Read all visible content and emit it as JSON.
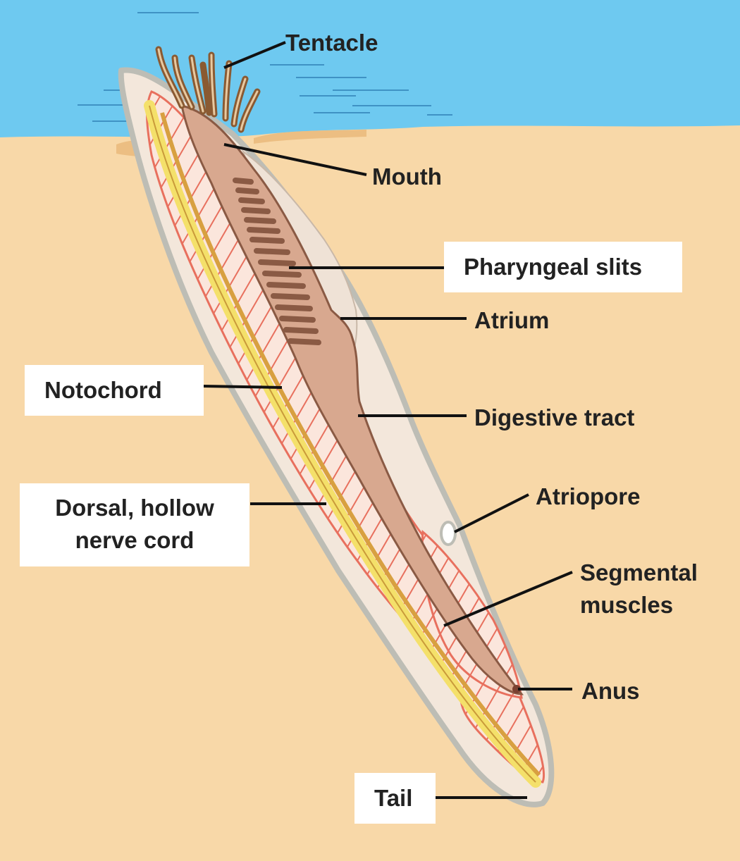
{
  "labels": {
    "tentacle": "Tentacle",
    "mouth": "Mouth",
    "pharyngeal_slits": "Pharyngeal slits",
    "atrium": "Atrium",
    "notochord": "Notochord",
    "digestive_tract": "Digestive tract",
    "nerve_cord_line1": "Dorsal, hollow",
    "nerve_cord_line2": "nerve cord",
    "atriopore": "Atriopore",
    "segmental_muscles_line1": "Segmental",
    "segmental_muscles_line2": "muscles",
    "anus": "Anus",
    "tail": "Tail"
  },
  "colors": {
    "water": "#6ec9f0",
    "sand": "#f8d8a8",
    "body_outline": "#bdbdb5",
    "body_fill": "#f3e7db",
    "gut": "#d8a88f",
    "gut_dark": "#8a5a44",
    "slits": "#9c6a54",
    "muscle_line": "#e8705e",
    "notochord": "#f4e06a",
    "nerve_cord": "#d8a040",
    "leader_line": "#111111",
    "label_text": "#222222",
    "label_box": "#ffffff"
  }
}
